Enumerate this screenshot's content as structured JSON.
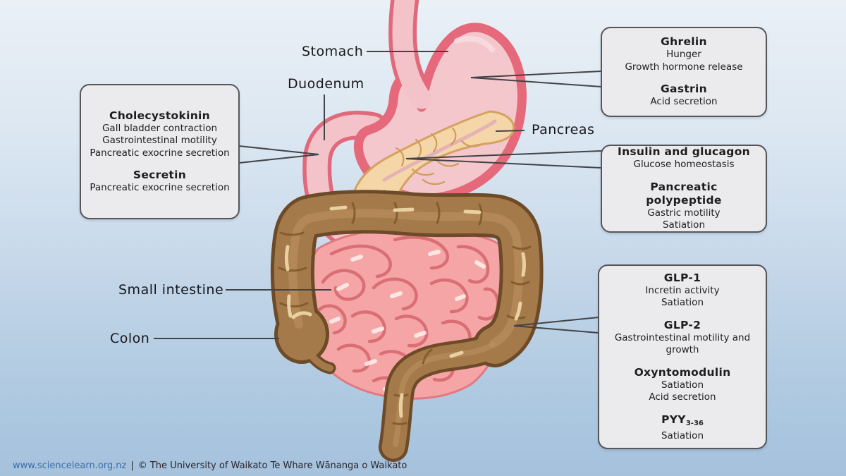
{
  "colors": {
    "background_top": "#eaf0f6",
    "background_bottom": "#a5c1dc",
    "box_background": "#ebebed",
    "box_border": "#55565c",
    "pointer_line": "#424346",
    "stomach_fill": "#f4c7cc",
    "stomach_outline": "#e5697a",
    "small_intestine_fill": "#f5a5a6",
    "colon_fill": "#a57a4b",
    "colon_outline": "#6d4a28",
    "pancreas_fill": "#f5d6a8",
    "link_blue": "#3c6fa5"
  },
  "organ_labels": {
    "stomach": "Stomach",
    "duodenum": "Duodenum",
    "pancreas": "Pancreas",
    "small_intestine": "Small intestine",
    "colon": "Colon"
  },
  "callouts": {
    "stomach_box": {
      "entries": [
        {
          "name": "Ghrelin",
          "effects": [
            "Hunger",
            "Growth hormone release"
          ]
        },
        {
          "name": "Gastrin",
          "effects": [
            "Acid secretion"
          ]
        }
      ]
    },
    "duodenum_box": {
      "entries": [
        {
          "name": "Cholecystokinin",
          "effects": [
            "Gall bladder contraction",
            "Gastrointestinal motility",
            "Pancreatic exocrine secretion"
          ]
        },
        {
          "name": "Secretin",
          "effects": [
            "Pancreatic exocrine secretion"
          ]
        }
      ]
    },
    "pancreas_box": {
      "entries": [
        {
          "name": "Insulin and glucagon",
          "effects": [
            "Glucose homeostasis"
          ]
        },
        {
          "name": "Pancreatic polypeptide",
          "effects": [
            "Gastric motility",
            "Satiation"
          ]
        }
      ]
    },
    "intestine_box": {
      "entries": [
        {
          "name": "GLP-1",
          "effects": [
            "Incretin activity",
            "Satiation"
          ]
        },
        {
          "name": "GLP-2",
          "effects": [
            "Gastrointestinal motility and growth"
          ]
        },
        {
          "name": "Oxyntomodulin",
          "effects": [
            "Satiation",
            "Acid secretion"
          ]
        },
        {
          "name": "PYY",
          "name_subscript": "3-36",
          "effects": [
            "Satiation"
          ]
        }
      ]
    }
  },
  "footer": {
    "link_text": "www.sciencelearn.org.nz",
    "separator": "|",
    "copyright": "© The University of Waikato Te Whare Wānanga o Waikato"
  }
}
